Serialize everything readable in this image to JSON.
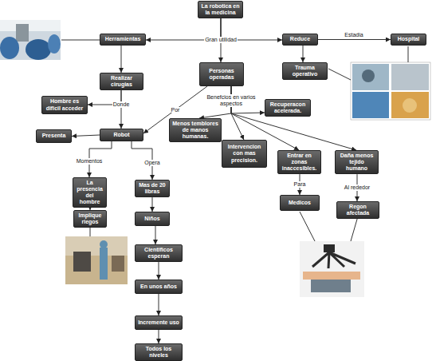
{
  "diagram": {
    "nodes": [
      {
        "text": [
          "La robotica en la medicina"
        ]
      },
      {
        "text": [
          "Herramientas"
        ]
      },
      {
        "text": [
          "Reduce"
        ]
      },
      {
        "text": [
          "Hospital"
        ]
      },
      {
        "text": [
          "Personas operadas"
        ]
      },
      {
        "text": [
          "Trauma operativo"
        ]
      },
      {
        "text": [
          "Realizar cirugias"
        ]
      },
      {
        "text": [
          "Hombre es dificil acceder"
        ]
      },
      {
        "text": [
          "Recuperacon acelerada."
        ]
      },
      {
        "text": [
          "Robot"
        ]
      },
      {
        "text": [
          "Presenta"
        ]
      },
      {
        "text": [
          "Menos temblores de manos humanas."
        ]
      },
      {
        "text": [
          "Intervencion con mas precision."
        ]
      },
      {
        "text": [
          "Entrar en zonas inaccesibles."
        ]
      },
      {
        "text": [
          "Daña menos tejido humano"
        ]
      },
      {
        "text": [
          "La presencia del hombre"
        ]
      },
      {
        "text": [
          "Mas de 20 libras"
        ]
      },
      {
        "text": [
          "Medicos"
        ]
      },
      {
        "text": [
          "Regon afectada"
        ]
      },
      {
        "text": [
          "Implique riegos"
        ]
      },
      {
        "text": [
          "Niños"
        ]
      },
      {
        "text": [
          "Cientificos esperan"
        ]
      },
      {
        "text": [
          "En unos años"
        ]
      },
      {
        "text": [
          "Incremente uso"
        ]
      },
      {
        "text": [
          "Todos los niveles"
        ]
      }
    ],
    "edges": [
      {
        "from": 0,
        "to": 1,
        "arrow": "to"
      },
      {
        "from": 0,
        "to": 2,
        "arrow": "to"
      },
      {
        "from": 0,
        "to": 4,
        "label": "Gran utilidad",
        "arrow": "to"
      },
      {
        "from": 2,
        "to": 3,
        "label": "Estadia",
        "arrow": "to"
      },
      {
        "from": 2,
        "to": 5,
        "arrow": "to"
      },
      {
        "from": 1,
        "to": 6,
        "arrow": "to"
      },
      {
        "from": 6,
        "to": 7,
        "label": "Donde",
        "arrow": "to"
      },
      {
        "from": 6,
        "to": 9,
        "arrow": "to"
      },
      {
        "from": 4,
        "to": 9,
        "label": "Por",
        "arrow": "to"
      },
      {
        "from": 9,
        "to": 10,
        "arrow": "to"
      },
      {
        "from": 9,
        "to": 15,
        "label": "Momentos",
        "arrow": "to"
      },
      {
        "from": 9,
        "to": 16,
        "label": "Opera",
        "arrow": "to"
      },
      {
        "from": 15,
        "to": 19,
        "arrow": "to"
      },
      {
        "from": 16,
        "to": 20,
        "arrow": "to"
      },
      {
        "from": 20,
        "to": 21,
        "arrow": "to"
      },
      {
        "from": 21,
        "to": 22,
        "arrow": "to"
      },
      {
        "from": 22,
        "to": 23,
        "arrow": "to"
      },
      {
        "from": 23,
        "to": 24,
        "arrow": "to"
      },
      {
        "from": 4,
        "to": 8,
        "arrow": "to"
      },
      {
        "from": 4,
        "to": 11,
        "arrow": "to"
      },
      {
        "from": 4,
        "to": 12,
        "label": "Benefcios en varios aspectos",
        "arrow": "to"
      },
      {
        "from": 4,
        "to": 13,
        "arrow": "to"
      },
      {
        "from": 4,
        "to": 14,
        "arrow": "to"
      },
      {
        "from": 13,
        "to": 17,
        "label": "Para",
        "arrow": "to"
      },
      {
        "from": 14,
        "to": 18,
        "label": "Al rededor",
        "arrow": "to"
      }
    ]
  }
}
